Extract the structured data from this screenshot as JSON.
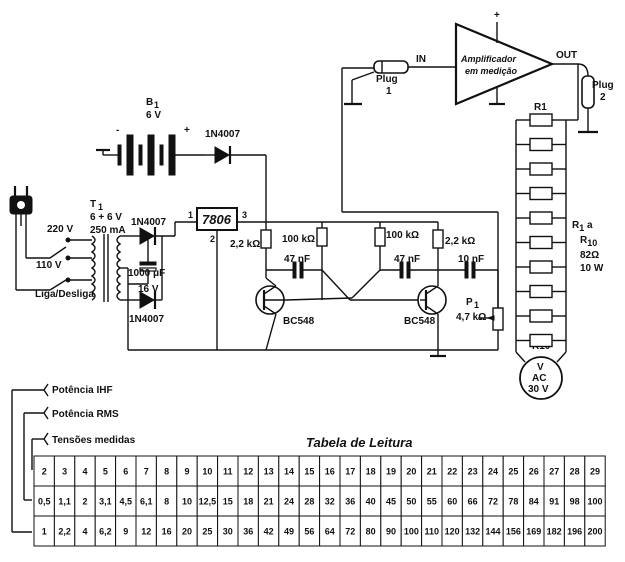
{
  "labels": {
    "battery_name": "B",
    "battery_sub": "1",
    "battery_voltage": "6 V",
    "battery_minus": "-",
    "battery_plus": "+",
    "diode_top": "1N4007",
    "transformer_name": "T",
    "transformer_sub": "1",
    "transformer_rating": "6 + 6 V",
    "transformer_current": "250 mA",
    "v220": "220 V",
    "v110": "110 V",
    "switch": "Liga/Desliga",
    "diode_upper": "1N4007",
    "diode_lower": "1N4007",
    "cap_main_value": "1000 μF",
    "cap_main_voltage": "16 V",
    "regulator": "7806",
    "reg_pin1": "1",
    "reg_pin2": "2",
    "reg_pin3": "3",
    "r_left": "2,2 kΩ",
    "r_mid1": "100 kΩ",
    "r_mid2": "100 kΩ",
    "r_right": "2,2 kΩ",
    "c1": "47 nF",
    "c2": "47 nF",
    "c3": "10 nF",
    "q1": "BC548",
    "q2": "BC548",
    "pot_name": "P",
    "pot_sub": "1",
    "pot_value": "4,7 kΩ",
    "amp_line1": "Amplificador",
    "amp_line2": "em medição",
    "amp_plus": "+",
    "in": "IN",
    "out": "OUT",
    "plug1_line1": "Plug",
    "plug1_line2": "1",
    "plug2_line1": "Plug",
    "plug2_line2": "2",
    "r1_top": "R1",
    "r10_bottom": "R10",
    "rbank_l1": "R",
    "rbank_l1sub": "1",
    "rbank_l1b": " a",
    "rbank_l2": "R",
    "rbank_l2sub": "10",
    "rbank_l3": "82Ω",
    "rbank_l4": "10 W",
    "meter_l1": "V",
    "meter_l2": "AC",
    "meter_l3": "30 V"
  },
  "table": {
    "title": "Tabela de Leitura",
    "row_labels": [
      "Potência IHF",
      "Potência RMS",
      "Tensões medidas"
    ],
    "rows": [
      [
        "2",
        "3",
        "4",
        "5",
        "6",
        "7",
        "8",
        "9",
        "10",
        "11",
        "12",
        "13",
        "14",
        "15",
        "16",
        "17",
        "18",
        "19",
        "20",
        "21",
        "22",
        "23",
        "24",
        "25",
        "26",
        "27",
        "28",
        "29"
      ],
      [
        "0,5",
        "1,1",
        "2",
        "3,1",
        "4,5",
        "6,1",
        "8",
        "10",
        "12,5",
        "15",
        "18",
        "21",
        "24",
        "28",
        "32",
        "36",
        "40",
        "45",
        "50",
        "55",
        "60",
        "66",
        "72",
        "78",
        "84",
        "91",
        "98",
        "100"
      ],
      [
        "1",
        "2,2",
        "4",
        "6,2",
        "9",
        "12",
        "16",
        "20",
        "25",
        "30",
        "36",
        "42",
        "49",
        "56",
        "64",
        "72",
        "80",
        "90",
        "100",
        "110",
        "120",
        "132",
        "144",
        "156",
        "169",
        "182",
        "196",
        "200"
      ]
    ]
  }
}
